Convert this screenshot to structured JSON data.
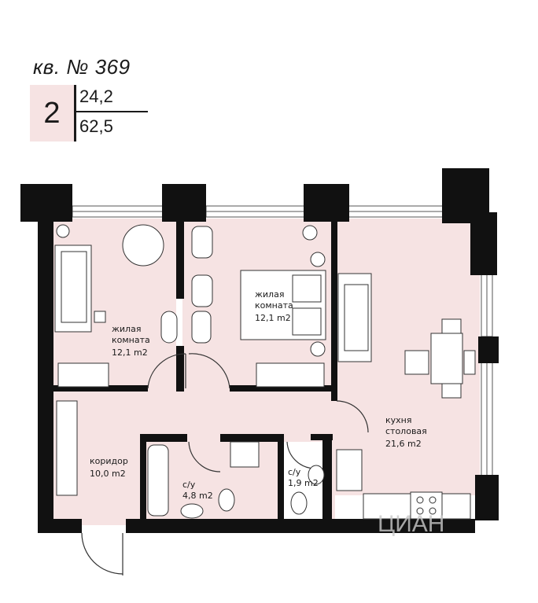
{
  "header": {
    "apartment_title": "кв. № 369",
    "rooms_count": "2",
    "living_area": "24,2",
    "total_area": "62,5"
  },
  "rooms": {
    "living1": {
      "name_line1": "жилая",
      "name_line2": "комната",
      "area": "12,1 m2"
    },
    "living2": {
      "name_line1": "жилая",
      "name_line2": "комната",
      "area": "12,1 m2"
    },
    "kitchen": {
      "name_line1": "кухня",
      "name_line2": "столовая",
      "area": "21,6 m2"
    },
    "corridor": {
      "name_line1": "коридор",
      "area": "10,0 m2"
    },
    "bath1": {
      "name_line1": "с/у",
      "area": "4,8 m2"
    },
    "bath2": {
      "name_line1": "с/у",
      "area": "1,9 m2"
    }
  },
  "watermark": "ЦИАН",
  "colors": {
    "floor": "#f6e3e3",
    "wall": "#111111",
    "furniture": "#ffffff"
  }
}
